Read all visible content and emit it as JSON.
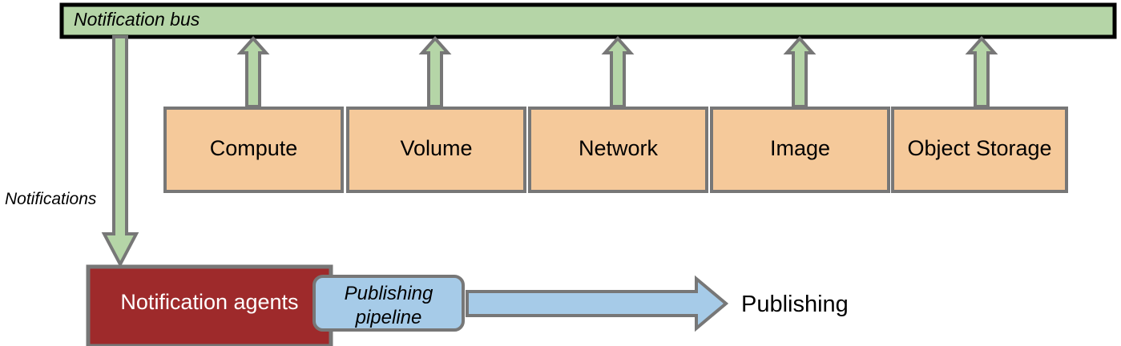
{
  "diagram": {
    "title_label": "Notification bus",
    "notifications_label": "Notifications",
    "agents_label": "Notification agents",
    "pipeline_label_line1": "Publishing",
    "pipeline_label_line2": "pipeline",
    "publishing_label": "Publishing",
    "services": [
      {
        "label": "Compute"
      },
      {
        "label": "Volume"
      },
      {
        "label": "Network"
      },
      {
        "label": "Image"
      },
      {
        "label": "Object Storage"
      }
    ],
    "colors": {
      "bus_fill": "#B5D5A7",
      "bus_stroke": "#000000",
      "service_fill": "#F5C99A",
      "service_stroke": "#777777",
      "arrow_green_fill": "#B5D5A7",
      "arrow_stroke": "#777777",
      "agents_fill": "#9E2A2B",
      "agents_stroke": "#777777",
      "pipeline_fill": "#A6CBE8",
      "pipeline_stroke": "#777777",
      "publish_arrow_fill": "#A6CBE8",
      "text_dark": "#000000",
      "text_light": "#FFFFFF",
      "background": "#FFFFFF"
    }
  }
}
